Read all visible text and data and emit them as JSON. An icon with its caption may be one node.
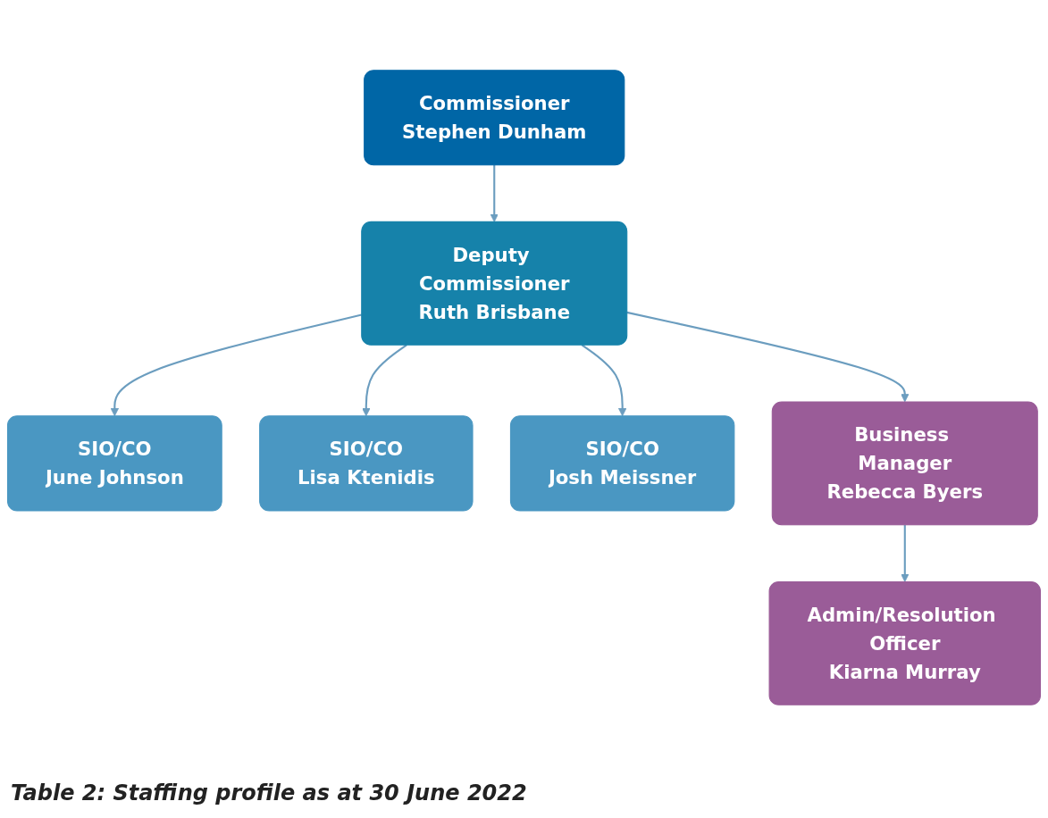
{
  "diagram": {
    "caption": "Table 2: Staffing profile as at 30 June 2022",
    "nodes": [
      {
        "text": [
          "Commissioner",
          "Stephen Dunham"
        ]
      },
      {
        "text": [
          "Deputy Commissioner",
          "Ruth Brisbane"
        ]
      },
      {
        "text": [
          "SIO/CO",
          "June Johnson"
        ]
      },
      {
        "text": [
          "SIO/CO",
          "Lisa Ktenidis"
        ]
      },
      {
        "text": [
          "SIO/CO",
          "Josh Meissner"
        ]
      },
      {
        "text": [
          "Business Manager",
          "Rebecca Byers"
        ]
      },
      {
        "text": [
          "Admin/Resolution Officer",
          "Kiarna Murray"
        ]
      }
    ],
    "edges": [
      {
        "from": 0,
        "to": 1,
        "arrow": "to"
      },
      {
        "from": 1,
        "to": 2,
        "arrow": "to"
      },
      {
        "from": 1,
        "to": 3,
        "arrow": "to"
      },
      {
        "from": 1,
        "to": 4,
        "arrow": "to"
      },
      {
        "from": 1,
        "to": 5,
        "arrow": "to"
      },
      {
        "from": 5,
        "to": 6,
        "arrow": "to"
      }
    ]
  }
}
